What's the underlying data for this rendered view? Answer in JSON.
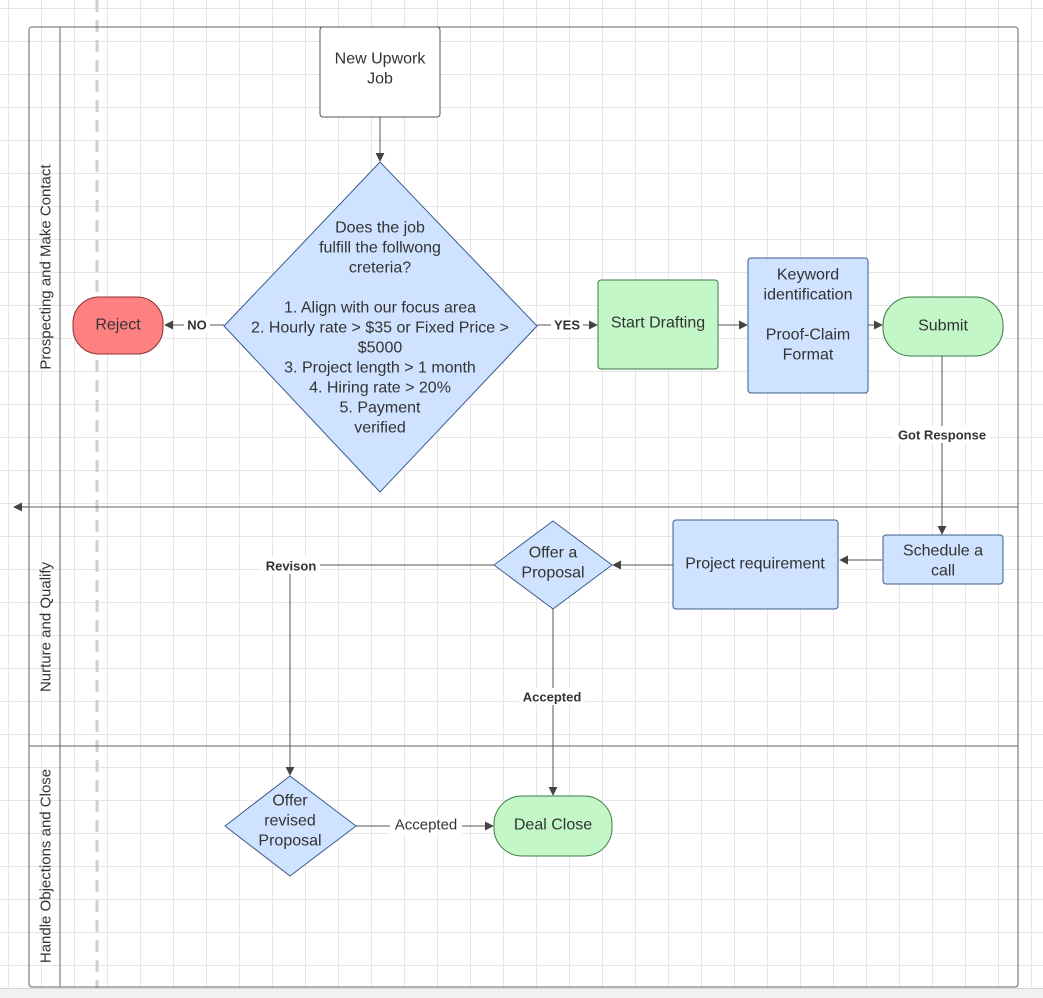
{
  "lanes": {
    "lane1": "Prospecting and Make Contact",
    "lane2": "Nurture and Qualify",
    "lane3": "Handle Objections and Close"
  },
  "nodes": {
    "new_job": [
      "New Upwork",
      "Job"
    ],
    "criteria": [
      "Does the job",
      "fulfill the follwong",
      "creteria?",
      "",
      "1. Align with our focus area",
      "2. Hourly rate > $35 or Fixed Price >",
      "$5000",
      "3. Project length > 1 month",
      "4. Hiring rate > 20%",
      "5. Payment",
      "verified"
    ],
    "reject": [
      "Reject"
    ],
    "start_drafting": [
      "Start Drafting"
    ],
    "keyword": [
      "Keyword",
      "identification",
      "",
      "Proof-Claim",
      "Format"
    ],
    "submit": [
      "Submit"
    ],
    "schedule_call": [
      "Schedule a",
      "call"
    ],
    "project_req": [
      "Project requirement"
    ],
    "offer_proposal": [
      "Offer a",
      "Proposal"
    ],
    "offer_revised": [
      "Offer",
      "revised",
      "Proposal"
    ],
    "deal_close": [
      "Deal Close"
    ]
  },
  "edges": {
    "no": "NO",
    "yes": "YES",
    "got_response": "Got Response",
    "revison": "Revison",
    "accepted_1": "Accepted",
    "accepted_2": "Accepted"
  },
  "colors": {
    "blue_fill": "#cfe2ff",
    "blue_stroke": "#3a5c8c",
    "green_fill": "#c3f7c8",
    "green_stroke": "#3e7a45",
    "red_fill": "#ff8080",
    "red_stroke": "#8c2f2f",
    "white_fill": "#ffffff",
    "gray_stroke": "#555555"
  }
}
